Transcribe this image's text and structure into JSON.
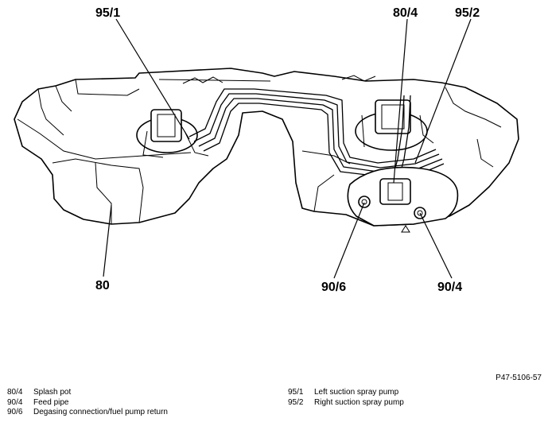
{
  "callouts": {
    "c95_1": "95/1",
    "c80_4": "80/4",
    "c95_2": "95/2",
    "c80": "80",
    "c90_6": "90/6",
    "c90_4": "90/4"
  },
  "document_number": "P47-5106-57",
  "legend_left": [
    {
      "code": "80/4",
      "text": "Splash pot"
    },
    {
      "code": "90/4",
      "text": "Feed pipe"
    },
    {
      "code": "90/6",
      "text": "Degasing connection/fuel pump return"
    }
  ],
  "legend_right": [
    {
      "code": "95/1",
      "text": "Left suction spray pump"
    },
    {
      "code": "95/2",
      "text": "Right suction spray pump"
    }
  ]
}
